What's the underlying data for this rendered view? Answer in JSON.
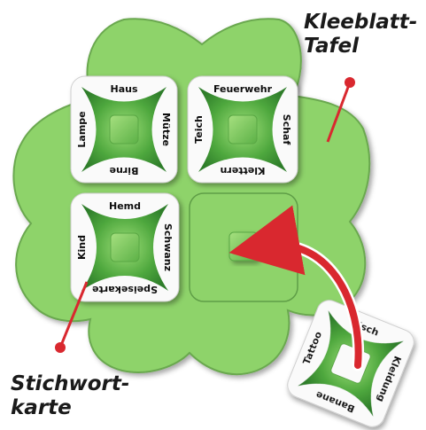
{
  "labels": {
    "board_line1": "Kleeblatt-",
    "board_line2": "Tafel",
    "card_line1": "Stichwort-",
    "card_line2": "karte"
  },
  "cards": [
    {
      "top": "Haus",
      "right": "Mütze",
      "bottom": "Birne",
      "left": "Lampe"
    },
    {
      "top": "Feuerwehr",
      "right": "Schaf",
      "bottom": "Klettern",
      "left": "Teich"
    },
    {
      "top": "Hemd",
      "right": "Schwanz",
      "bottom": "Speisekarte",
      "left": "Kind"
    },
    {
      "top": "Fisch",
      "right": "Kleidung",
      "bottom": "Banane",
      "left": "Tattoo"
    }
  ],
  "colors": {
    "leaf": "#8ed36a",
    "leaf_edge": "#6aa84f",
    "card_green": "#3f9e3a",
    "arrow": "#d9282f"
  }
}
